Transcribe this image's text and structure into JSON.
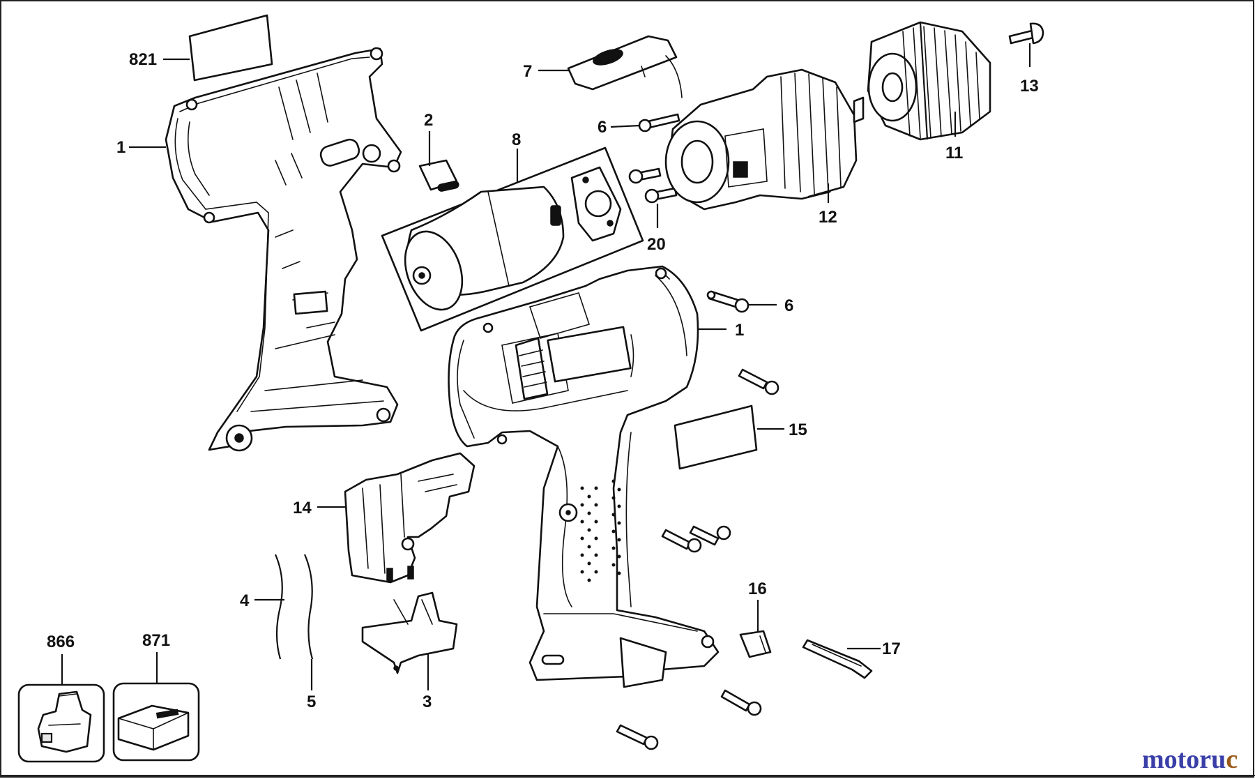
{
  "diagram": {
    "labels": {
      "housing_left": "1",
      "housing_right": "1",
      "label_821": "821",
      "part_2": "2",
      "part_3": "3",
      "part_4": "4",
      "part_5": "5",
      "part_6_top": "6",
      "part_6_right": "6",
      "part_7": "7",
      "part_8": "8",
      "part_11": "11",
      "part_12": "12",
      "part_13": "13",
      "part_14": "14",
      "part_15": "15",
      "part_16": "16",
      "part_17": "17",
      "part_20": "20",
      "part_866": "866",
      "part_871": "871"
    },
    "watermark": {
      "text_blue": "motoru",
      "text_brown": "c"
    },
    "colors": {
      "ink": "#111111",
      "watermark_blue": "#3a3fa8",
      "watermark_brown": "#9a5a1a"
    }
  }
}
